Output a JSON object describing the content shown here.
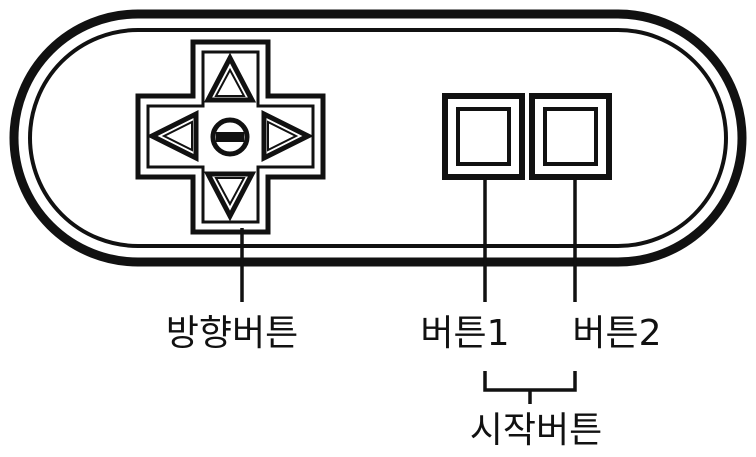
{
  "labels": {
    "direction_button": "방향버튼",
    "button1": "버튼1",
    "button2": "버튼2",
    "start_button": "시작버튼"
  },
  "colors": {
    "ink": "#111111",
    "paper": "#ffffff"
  }
}
